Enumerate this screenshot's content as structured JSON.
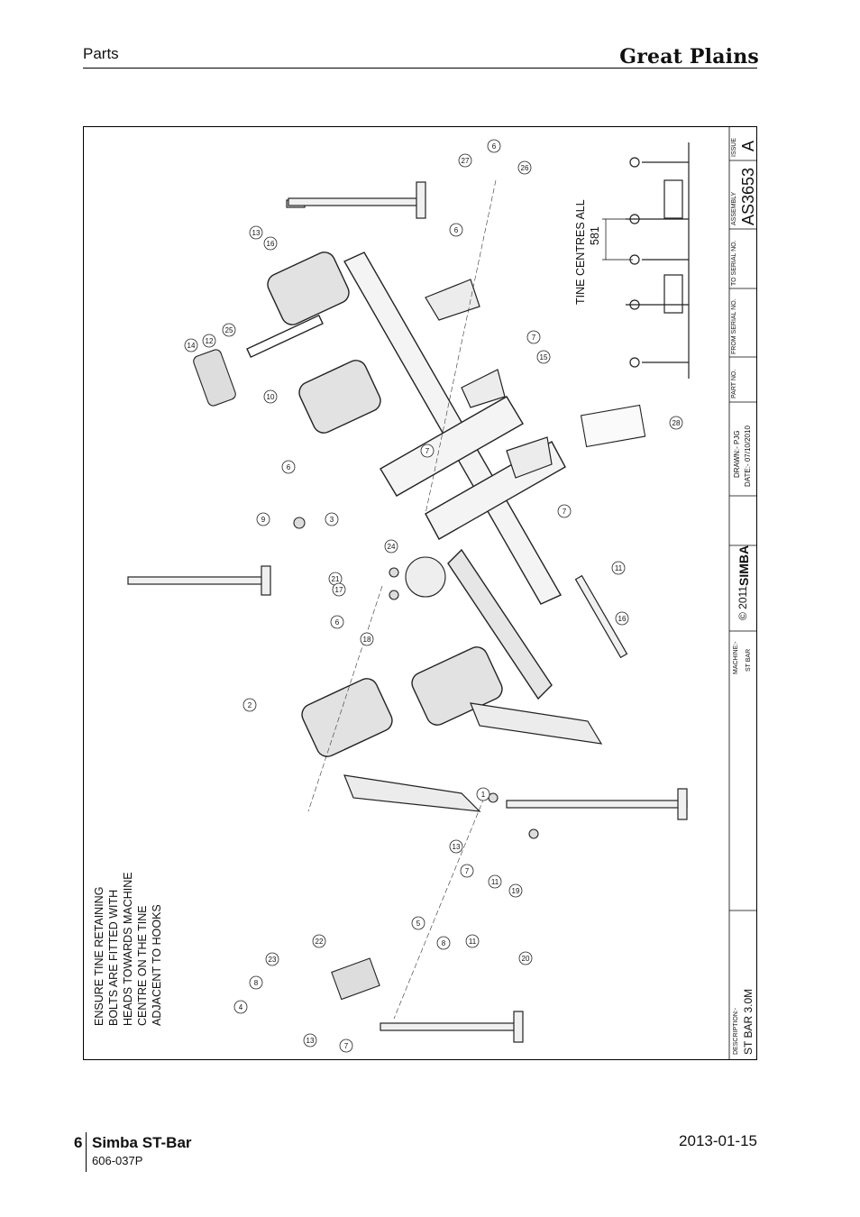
{
  "header": {
    "section": "Parts",
    "brand": "Great Plains"
  },
  "drawing": {
    "note_lines": [
      "ENSURE TINE RETAINING",
      "BOLTS ARE FITTED WITH",
      "HEADS TOWARDS MACHINE",
      "CENTRE ON THE TINE",
      "ADJACENT TO HOOKS"
    ],
    "tine_centres": "TINE CENTRES ALL",
    "tine_dim": "581",
    "callouts": [
      "1",
      "2",
      "3",
      "4",
      "5",
      "6",
      "6",
      "6",
      "6",
      "7",
      "7",
      "7",
      "7",
      "7",
      "8",
      "8",
      "9",
      "10",
      "11",
      "11",
      "11",
      "12",
      "13",
      "13",
      "13",
      "14",
      "15",
      "16",
      "16",
      "17",
      "18",
      "19",
      "20",
      "21",
      "22",
      "23",
      "24",
      "25",
      "26",
      "27",
      "28"
    ],
    "title_block": {
      "issue_label": "ISSUE",
      "issue": "A",
      "assembly_label": "ASSEMBLY",
      "assembly": "AS3653",
      "to_serial_label": "TO SERIAL NO.",
      "from_serial_label": "FROM SERIAL NO.",
      "part_no_label": "PART NO.",
      "drawn_label": "DRAWN:- PJG",
      "date_label": "DATE:- 07/10/2010",
      "logo": "SIMBA",
      "copyright": "© 2011",
      "machine_label": "MACHINE:-",
      "machine": "ST BAR",
      "description_label": "DESCRIPTION:-",
      "description": "ST BAR 3.0M"
    }
  },
  "footer": {
    "page": "6",
    "title": "Simba ST-Bar",
    "code": "606-037P",
    "date": "2013-01-15"
  }
}
